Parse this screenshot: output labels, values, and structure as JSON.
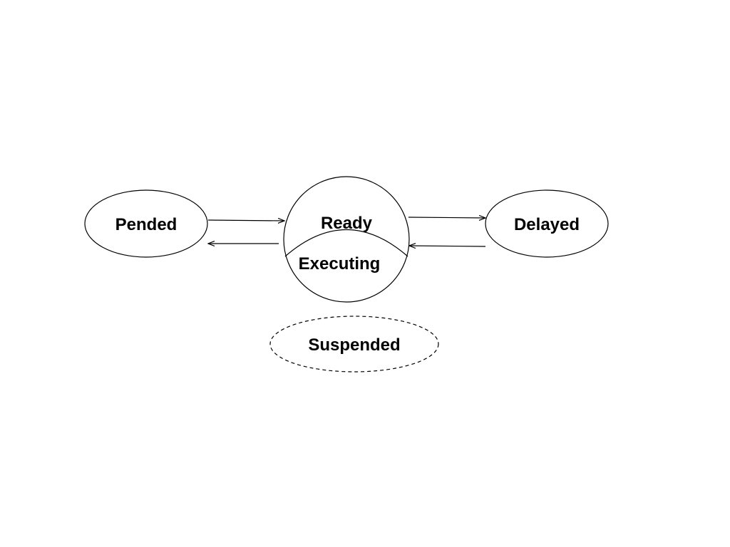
{
  "diagram": {
    "states": {
      "pended": "Pended",
      "ready": "Ready",
      "executing": "Executing",
      "delayed": "Delayed",
      "suspended": "Suspended"
    },
    "stroke_color": "#000000",
    "background_color": "#ffffff"
  }
}
